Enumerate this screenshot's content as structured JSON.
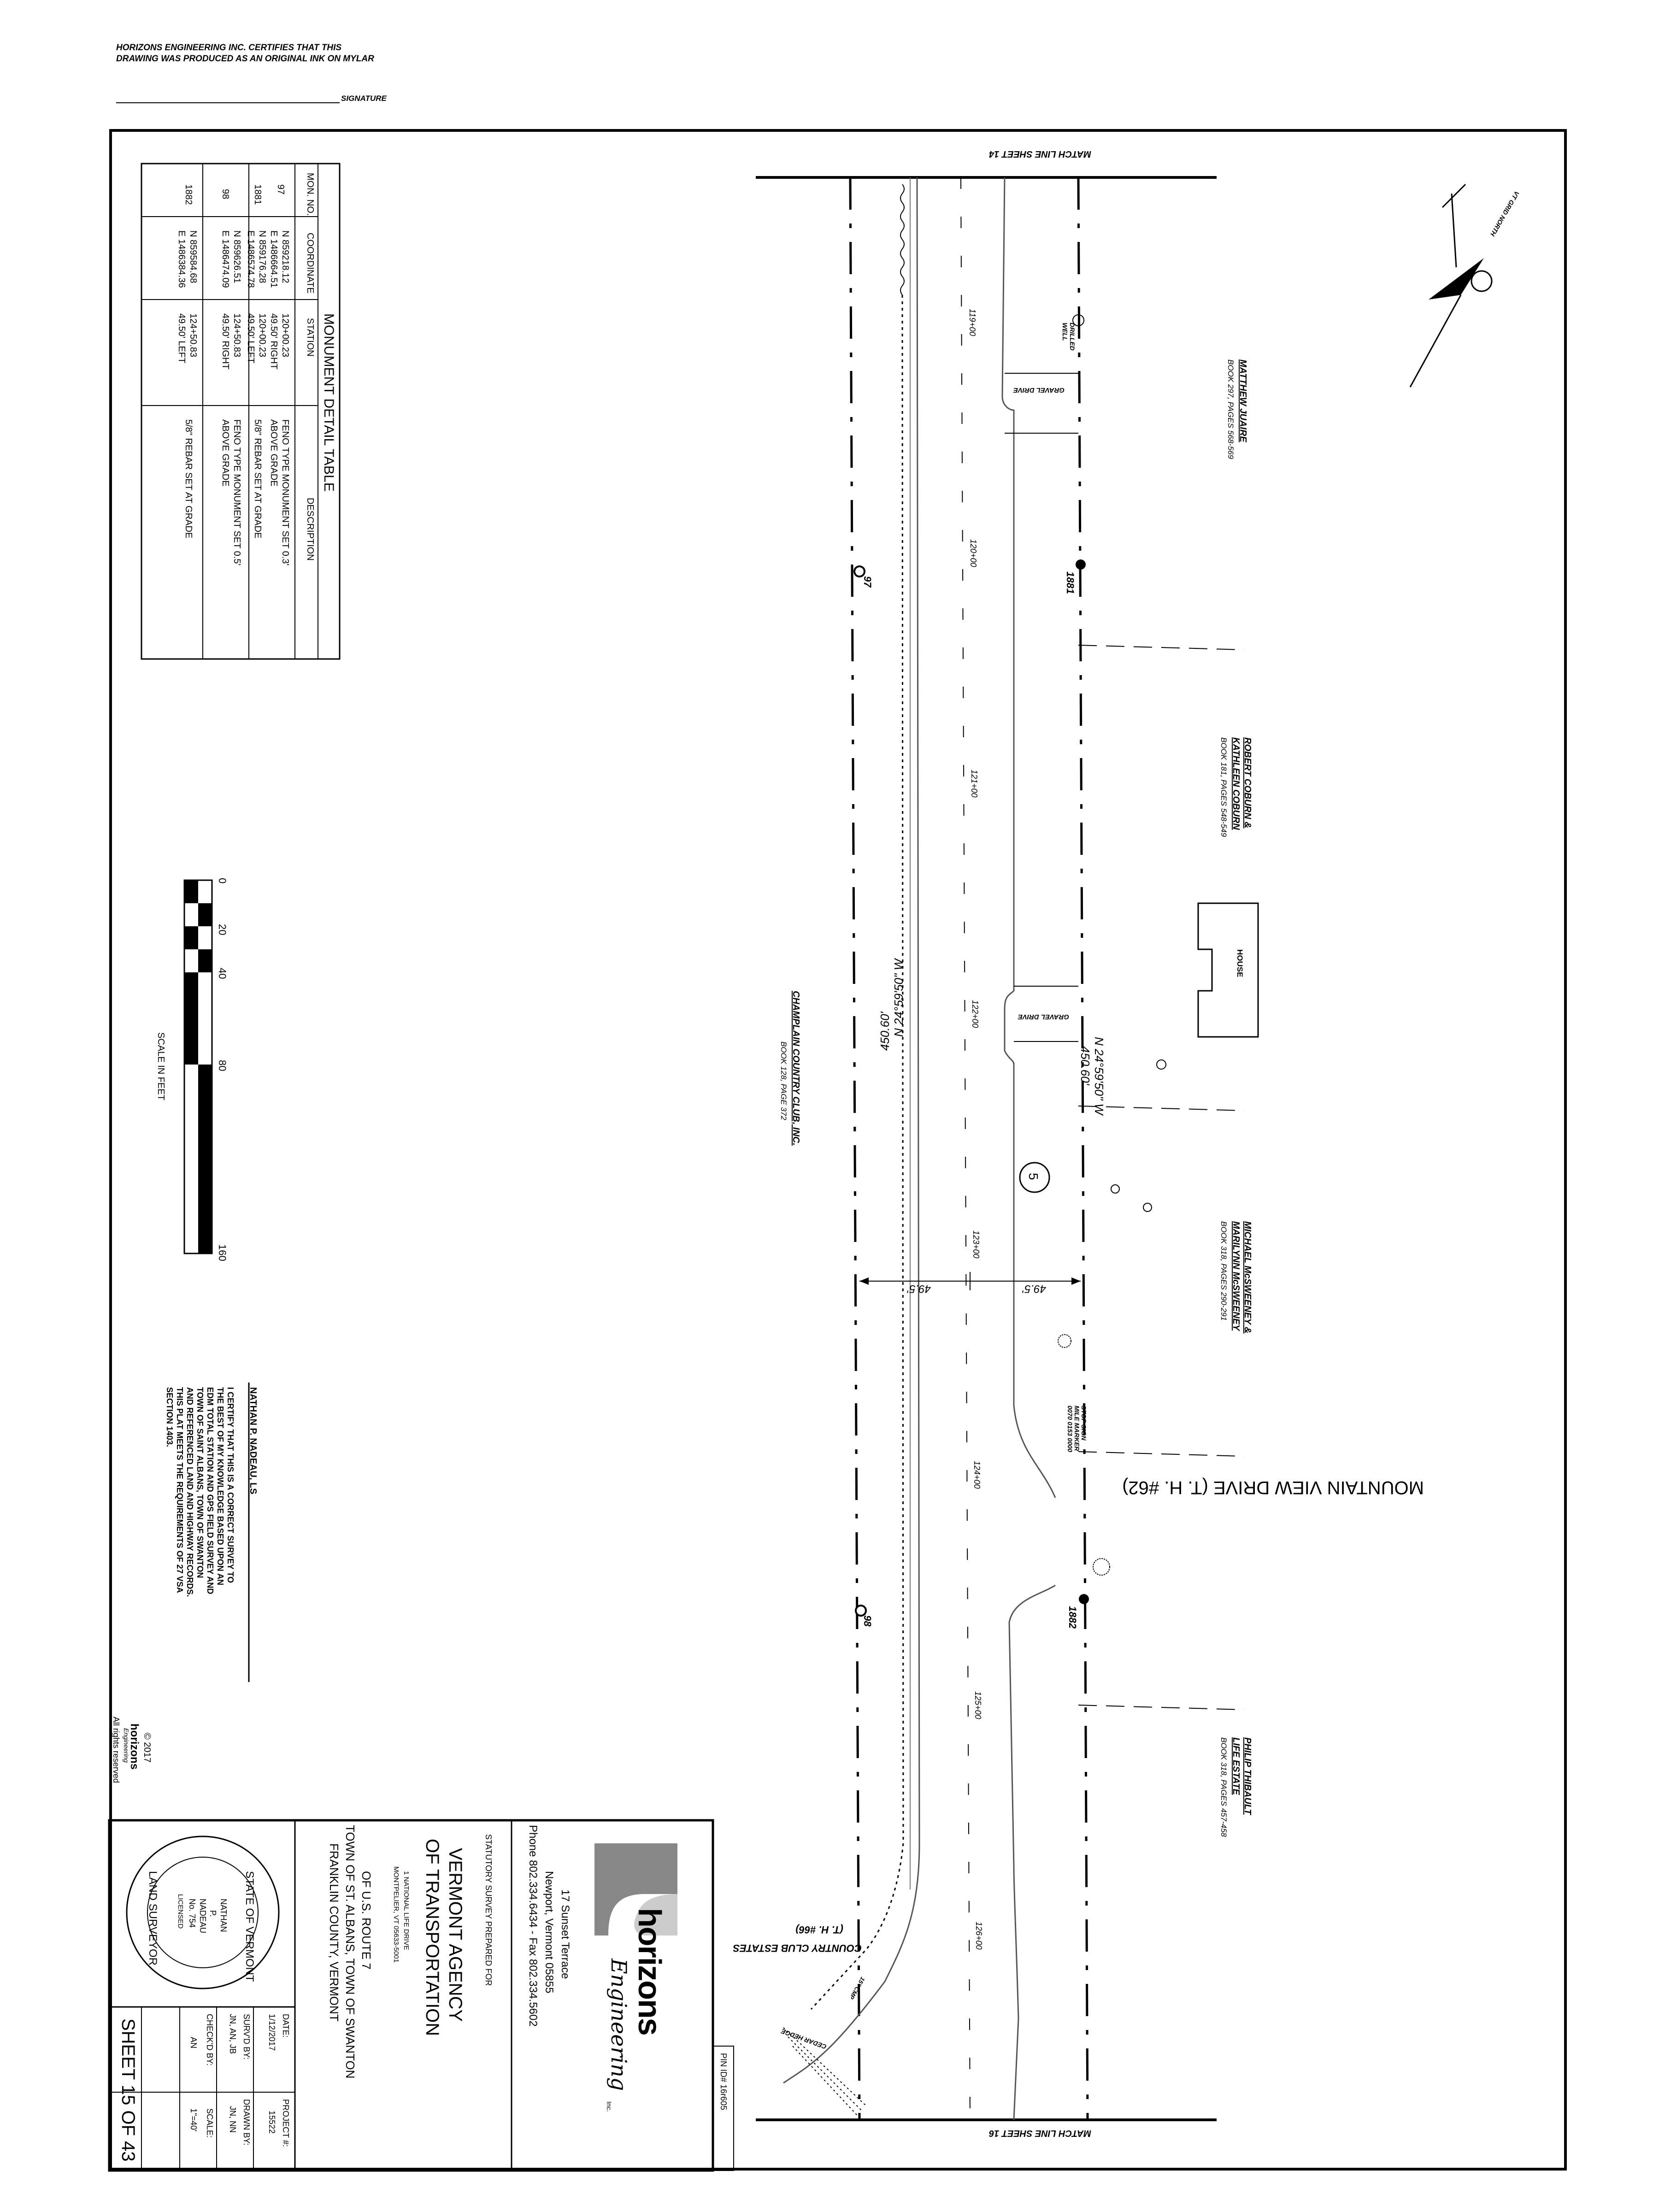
{
  "header": {
    "cert_line1": "HORIZONS ENGINEERING INC. CERTIFIES THAT THIS",
    "cert_line2": "DRAWING WAS PRODUCED AS AN ORIGINAL INK ON MYLAR",
    "signature_label": "SIGNATURE"
  },
  "match_lines": {
    "top": "MATCH LINE SHEET 14",
    "bottom": "MATCH LINE SHEET 16"
  },
  "north_arrow": {
    "label": "VT GRID NORTH"
  },
  "road": {
    "name": "MOUNTAIN VIEW DRIVE  (T. H. #62)",
    "side_road": "COUNTRY CLUB ESTATES",
    "side_road_th": "(T. H. #66)"
  },
  "stations": [
    "119+00",
    "120+00",
    "121+00",
    "122+00",
    "123+00",
    "124+00",
    "125+00",
    "126+00"
  ],
  "bearings": {
    "east_bearing": "N 24°59'50\" W",
    "east_distance": "450.60'",
    "west_bearing": "N 24°59'50\" W",
    "west_distance": "450.60'",
    "offset_left": "49.5'",
    "offset_right": "49.5'"
  },
  "owners": [
    {
      "name": "MATTHEW JUAIRE",
      "book": "BOOK 297, PAGES 568-569"
    },
    {
      "name": "ROBERT COBURN &",
      "name2": "KATHLEEN COBURN",
      "book": "BOOK 181, PAGES 548-549"
    },
    {
      "name": "MICHAEL McSWEENEY &",
      "name2": "MARILYNN McSWEENEY",
      "book": "BOOK 318, PAGES 290-291"
    },
    {
      "name": "PHILIP THIBAULT",
      "name2": "LIFE ESTATE",
      "book": "BOOK 318, PAGES 457-458"
    },
    {
      "name": "CHAMPLAIN COUNTRY CLUB, INC.",
      "book": "BOOK 128, PAGE 372"
    }
  ],
  "features": {
    "drilled_well": "DRILLED WELL",
    "gravel_drive_1": "GRAVEL DRIVE",
    "gravel_drive_2": "GRAVEL DRIVE",
    "house": "HOUSE",
    "stop_sign": "STOP SIGN",
    "mile_marker": "MILE MARKER",
    "mile_marker_no": "0070 0153 0000",
    "cedar_hedge": "CEDAR HEDGE",
    "guy_wire": "15\" CMP",
    "parcel_no": "5"
  },
  "monuments_on_plan": [
    "1881",
    "97",
    "98",
    "1882"
  ],
  "monument_table": {
    "title": "MONUMENT DETAIL TABLE",
    "headers": [
      "MON. NO.",
      "COORDINATE",
      "STATION",
      "DESCRIPTION"
    ],
    "rows": [
      {
        "mon": "97",
        "n": "N  859218.12",
        "e": "E  1486664.51",
        "sta": "120+00.23",
        "off": "49.50' RIGHT",
        "desc1": "FENO TYPE MONUMENT SET 0.3'",
        "desc2": "ABOVE GRADE"
      },
      {
        "mon": "1881",
        "n": "N  859176.28",
        "e": "E  1486574.78",
        "sta": "120+00.23",
        "off": "49.50' LEFT",
        "desc1": "5/8\" REBAR SET AT GRADE",
        "desc2": ""
      },
      {
        "mon": "98",
        "n": "N  859626.51",
        "e": "E  1486474.09",
        "sta": "124+50.83",
        "off": "49.50' RIGHT",
        "desc1": "FENO TYPE MONUMENT SET 0.5'",
        "desc2": "ABOVE GRADE"
      },
      {
        "mon": "1882",
        "n": "N  859584.68",
        "e": "E  1486384.36",
        "sta": "124+50.83",
        "off": "49.50' LEFT",
        "desc1": "5/8\" REBAR SET AT GRADE",
        "desc2": ""
      }
    ]
  },
  "scale_bar": {
    "ticks": [
      "0",
      "20",
      "40",
      "80",
      "160"
    ],
    "label": "SCALE IN FEET"
  },
  "certification": {
    "surveyor": "NATHAN P. NADEAU, LS",
    "lines": [
      "I CERTIFY THAT THIS IS A CORRECT SURVEY TO",
      "THE BEST OF MY KNOWLEDGE BASED UPON AN",
      "EDM TOTAL STATION AND GPS FIELD SURVEY AND",
      "TOWN OF SAINT ALBANS, TOWN OF SWANTON",
      "AND REFERENCED LAND AND HIGHWAY RECORDS.",
      "THIS PLAT MEETS THE REQUIREMENTS OF 27 VSA",
      "SECTION 1403."
    ]
  },
  "copyright": {
    "year": "© 2017",
    "brand": "horizons",
    "sub": "Engineering",
    "rights": "All rights reserved"
  },
  "pin": "PIN ID# 16r605",
  "title_block": {
    "company": "horizons",
    "company_sub": "Engineering",
    "company_inc": "Inc.",
    "address1": "17 Sunset Terrace",
    "address2": "Newport, Vermont 05855",
    "phone": "Phone 802.334.6434 - Fax 802.334.5602",
    "prepared_for": "STATUTORY SURVEY PREPARED FOR",
    "agency1": "VERMONT AGENCY",
    "agency2": "OF TRANSPORTATION",
    "agency_addr1": "1 NATIONAL LIFE DRIVE",
    "agency_addr2": "MONTPELIER, VT 05633-5001",
    "route": "OF U.S. ROUTE 7",
    "towns": "TOWN OF ST. ALBANS, TOWN OF SWANTON",
    "county": "FRANKLIN COUNTY, VERMONT",
    "date_label": "DATE:",
    "date": "1/12/2017",
    "project_label": "PROJECT #:",
    "project": "15522",
    "survd_label": "SURV'D BY:",
    "survd": "JN, AN, JB",
    "drawn_label": "DRAWN BY:",
    "drawn": "JN, NN",
    "checkd_label": "CHECK'D BY:",
    "checkd": "AN",
    "scale_label": "SCALE:",
    "scale": "1\"=40'",
    "sheet": "SHEET 15 OF 43"
  },
  "seal": {
    "top": "STATE OF VERMONT",
    "name1": "NATHAN",
    "name2": "P.",
    "name3": "NADEAU",
    "no": "No. 754",
    "licensed": "LICENSED",
    "bottom": "LAND SURVEYOR"
  }
}
